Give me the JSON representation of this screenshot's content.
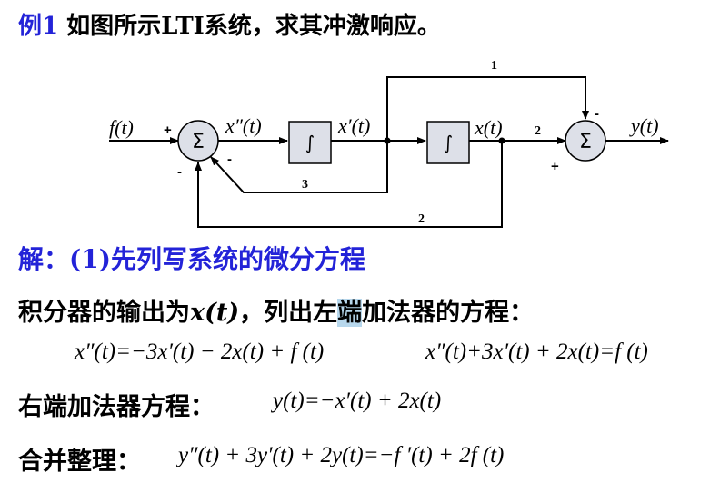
{
  "title": {
    "example_label": "例1",
    "text": "如图所示LTI系统，求其冲激响应。"
  },
  "diagram": {
    "input_label": "f(t)",
    "output_label": "y(t)",
    "signal_x2": "x″(t)",
    "signal_x1": "x′(t)",
    "signal_x": "x(t)",
    "sum_symbol": "Σ",
    "integrator_symbol": "∫",
    "sum1_plus": "+",
    "sum1_minus_a": "-",
    "sum1_minus_b": "-",
    "sum2_plus": "+",
    "sum2_minus": "-",
    "gain_top": "1",
    "gain_x_to_sum2": "2",
    "gain_feedback_inner": "3",
    "gain_feedback_outer": "2"
  },
  "solution": {
    "heading": "解：(1)先列写系统的微分方程",
    "line1_prefix": "积分器的输出为",
    "line1_math": "x(t)",
    "line1_mid": "，列出左",
    "line1_highlight": "端",
    "line1_suffix": "加法器的方程：",
    "eq1": "x″(t)=−3x′(t) − 2x(t) + f (t)",
    "eq2": "x″(t)+3x′(t) + 2x(t)=f (t)",
    "line2_label": "右端加法器方程：",
    "eq3": "y(t)=−x′(t) + 2x(t)",
    "line3_label": "合并整理：",
    "eq4": "y″(t) + 3y′(t) + 2y(t)=−f ′(t) + 2f (t)"
  }
}
